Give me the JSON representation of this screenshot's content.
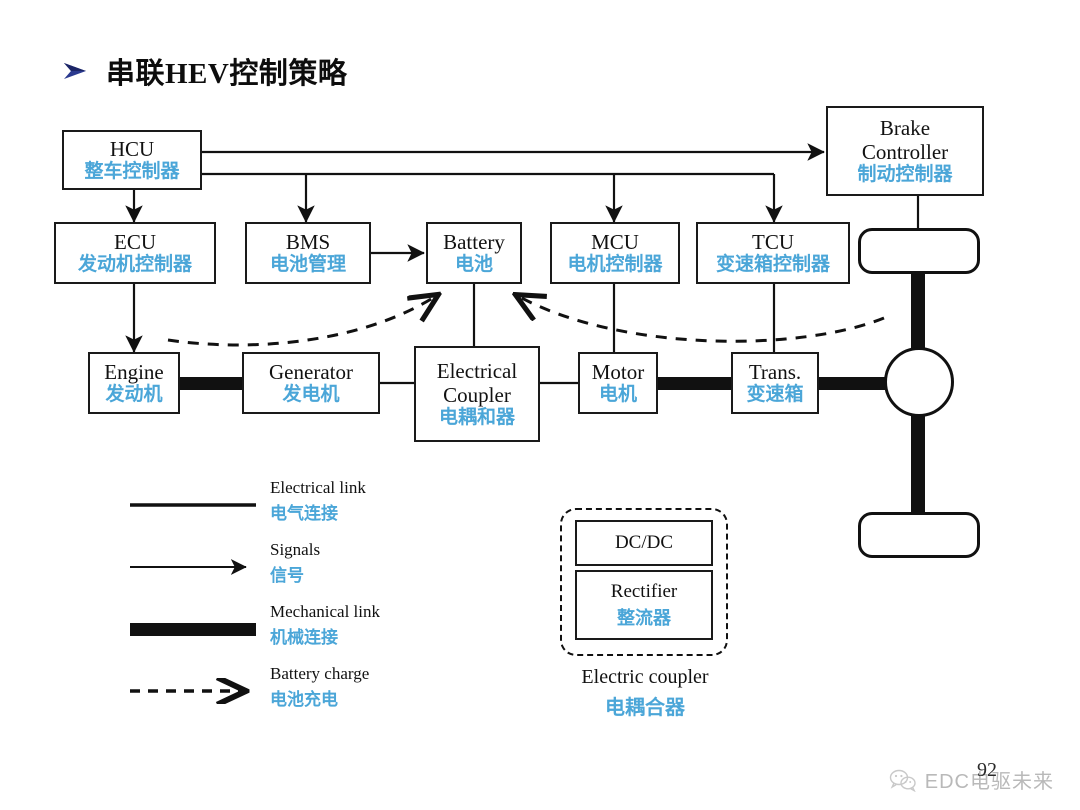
{
  "slide": {
    "title": "串联HEV控制策略",
    "bullet_icon": "arrow-bullet-icon",
    "page_number": "92",
    "accent_color": "#4ba6d8",
    "line_color": "#111111"
  },
  "nodes": {
    "hcu": {
      "en": "HCU",
      "cn": "整车控制器"
    },
    "ecu": {
      "en": "ECU",
      "cn": "发动机控制器"
    },
    "bms": {
      "en": "BMS",
      "cn": "电池管理"
    },
    "battery": {
      "en": "Battery",
      "cn": "电池"
    },
    "mcu": {
      "en": "MCU",
      "cn": "电机控制器"
    },
    "tcu": {
      "en": "TCU",
      "cn": "变速箱控制器"
    },
    "brake": {
      "en": "Brake",
      "en2": "Controller",
      "cn": "制动控制器"
    },
    "engine": {
      "en": "Engine",
      "cn": "发动机"
    },
    "generator": {
      "en": "Generator",
      "cn": "发电机"
    },
    "coupler": {
      "en": "Electrical",
      "en2": "Coupler",
      "cn": "电耦和器"
    },
    "motor": {
      "en": "Motor",
      "cn": "电机"
    },
    "trans": {
      "en": "Trans.",
      "cn": "变速箱"
    }
  },
  "legend": [
    {
      "symbol": "thin-line",
      "en": "Electrical link",
      "cn": "电气连接"
    },
    {
      "symbol": "arrow-line",
      "en": "Signals",
      "cn": "信号"
    },
    {
      "symbol": "thick-bar",
      "en": "Mechanical link",
      "cn": "机械连接"
    },
    {
      "symbol": "dashed-arrow",
      "en": "Battery charge",
      "cn": "电池充电"
    }
  ],
  "coupler_detail": {
    "dcdc": {
      "en": "DC/DC",
      "cn": ""
    },
    "rectifier": {
      "en": "Rectifier",
      "cn": "整流器"
    },
    "caption_en": "Electric coupler",
    "caption_cn": "电耦合器"
  },
  "watermark": {
    "icon": "wechat-icon",
    "text": "EDC电驱未来"
  }
}
